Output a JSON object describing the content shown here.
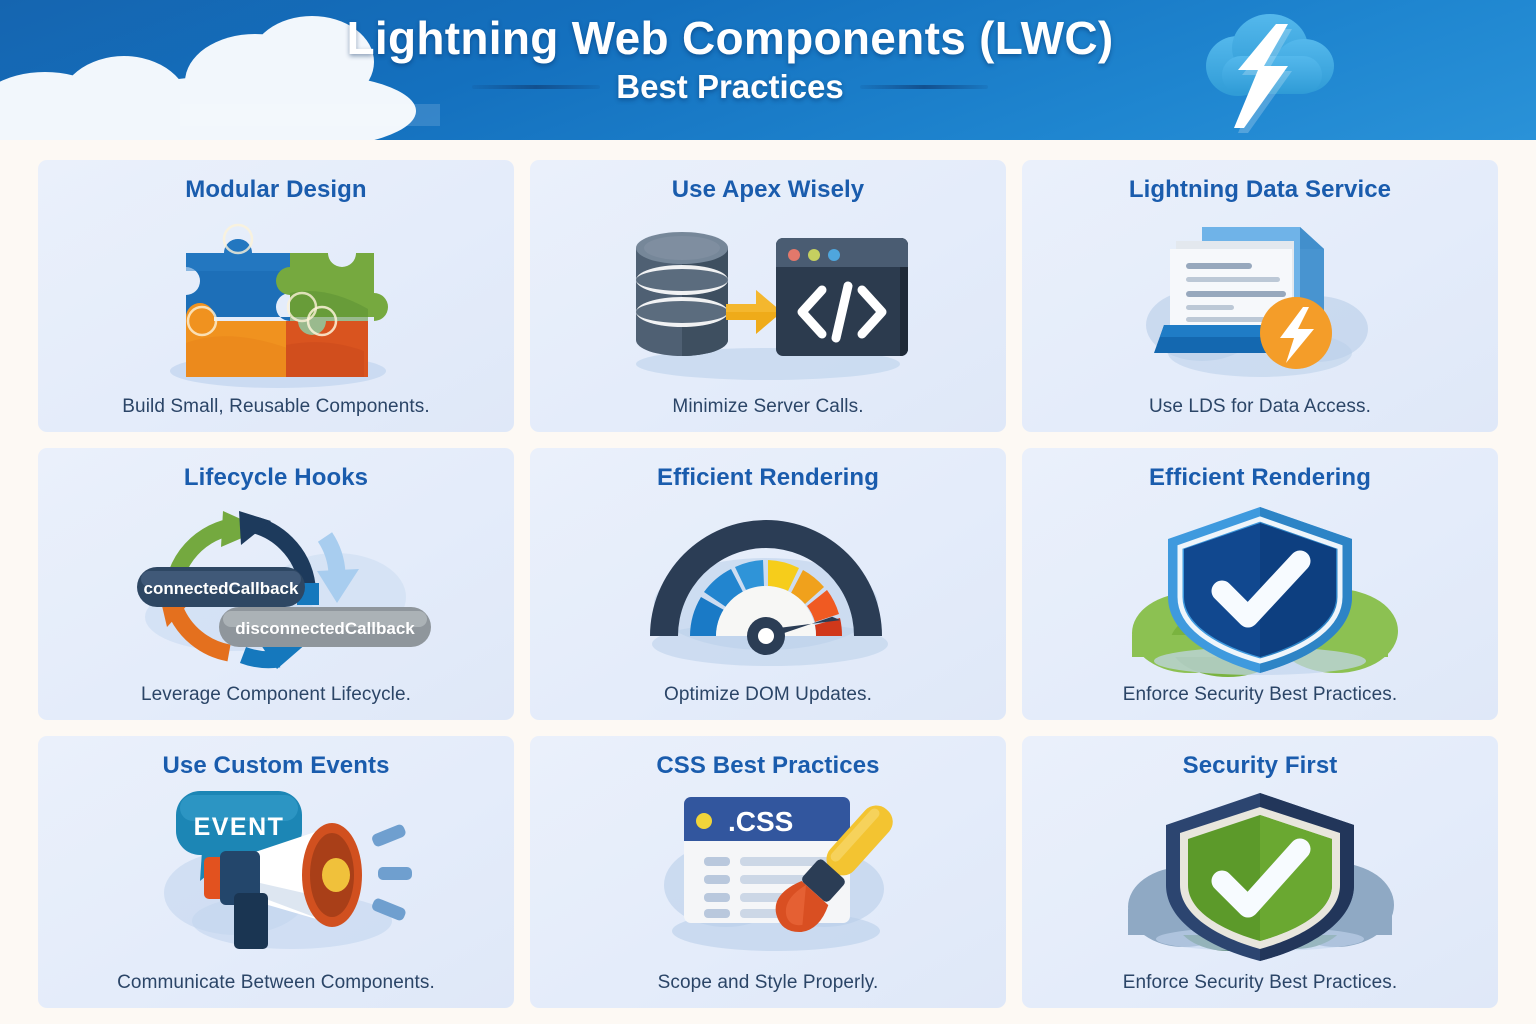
{
  "header": {
    "title": "Lightning Web Components (LWC)",
    "subtitle": "Best Practices",
    "logo_icon": "cloud-lightning-bolt-icon",
    "colors": {
      "bg_start": "#1565b0",
      "bg_end": "#2a92d8",
      "cloud": "#f2f7fc",
      "text": "#ffffff"
    }
  },
  "page": {
    "background": "#fdf9f4",
    "card_background": "#e7eefb",
    "title_color": "#1a5cad",
    "subtitle_color": "#2b4567"
  },
  "cards": [
    {
      "title": "Modular Design",
      "caption": "Build Small, Reusable Components.",
      "icon": "puzzle-pieces-icon",
      "colors": {
        "piece_blue": "#1d6fb8",
        "piece_green": "#76a93f",
        "piece_orange": "#f0921f",
        "piece_red": "#d9541f"
      }
    },
    {
      "title": "Use Apex Wisely",
      "caption": "Minimize Server Calls.",
      "icon": "database-to-code-window-icon",
      "code_glyph": "</>",
      "colors": {
        "database": "#4f6073",
        "window": "#2c3b4e",
        "arrow": "#efab19",
        "dot_red": "#e2786b",
        "dot_yellow": "#c5cf60",
        "dot_blue": "#4fa6dd"
      }
    },
    {
      "title": "Lightning Data Service",
      "caption": "Use LDS for Data Access.",
      "icon": "data-folder-with-lightning-badge-icon",
      "colors": {
        "folder": "#1468b0",
        "folder_light": "#6fb3e8",
        "badge": "#f0941d",
        "doc": "#f6f8fb"
      }
    },
    {
      "title": "Lifecycle Hooks",
      "caption": "Leverage Component Lifecycle.",
      "icon": "lifecycle-cycle-arrows-icon",
      "pills": [
        {
          "label": "connectedCallback",
          "style": "dark"
        },
        {
          "label": "disconnectedCallback",
          "style": "grey"
        }
      ],
      "colors": {
        "arrow_green": "#74a93f",
        "arrow_navy": "#1d3a5c",
        "arrow_lightblue": "#a8cdef",
        "arrow_orange": "#e4701e",
        "arrow_blue": "#1578bd"
      }
    },
    {
      "title": "Efficient Rendering",
      "caption": "Optimize DOM Updates.",
      "icon": "speedometer-gauge-icon",
      "colors": {
        "rim": "#2b3d55",
        "seg_blue": "#1a7ac6",
        "seg_lightblue": "#2f94d8",
        "seg_yellow": "#f6cd1b",
        "seg_amber": "#f0a11c",
        "seg_orange": "#f05a22",
        "seg_red": "#d1381a"
      }
    },
    {
      "title": "Efficient Rendering",
      "caption": "Enforce Security Best Practices.",
      "icon": "blue-shield-check-icon",
      "colors": {
        "shield_outer": "#3f9ade",
        "shield_inner": "#11488f",
        "check": "#f7fbff",
        "bush": "#7cb342"
      }
    },
    {
      "title": "Use Custom Events",
      "caption": "Communicate Between Components.",
      "icon": "megaphone-with-event-bubble-icon",
      "bubble_label": "EVENT",
      "colors": {
        "bubble": "#1c86b5",
        "horn": "#d1501f",
        "body": "#23466b",
        "knob": "#f0c13b",
        "wave": "#6f9fcf"
      }
    },
    {
      "title": "CSS Best Practices",
      "caption": "Scope and Style Properly.",
      "icon": "css-file-with-paintbrush-icon",
      "file_label": ".CSS",
      "colors": {
        "titlebar": "#32569e",
        "dot": "#f0d43a",
        "brush_handle": "#f3c431",
        "brush_ferrule": "#2b3d55",
        "bristles": "#d94f22"
      }
    },
    {
      "title": "Security First",
      "caption": "Enforce Security Best Practices.",
      "icon": "green-shield-check-icon",
      "colors": {
        "shield_border": "#2c4570",
        "shield_inner": "#5c9a2a",
        "check": "#f7fbff",
        "cloud": "#8fa9c4"
      }
    }
  ]
}
